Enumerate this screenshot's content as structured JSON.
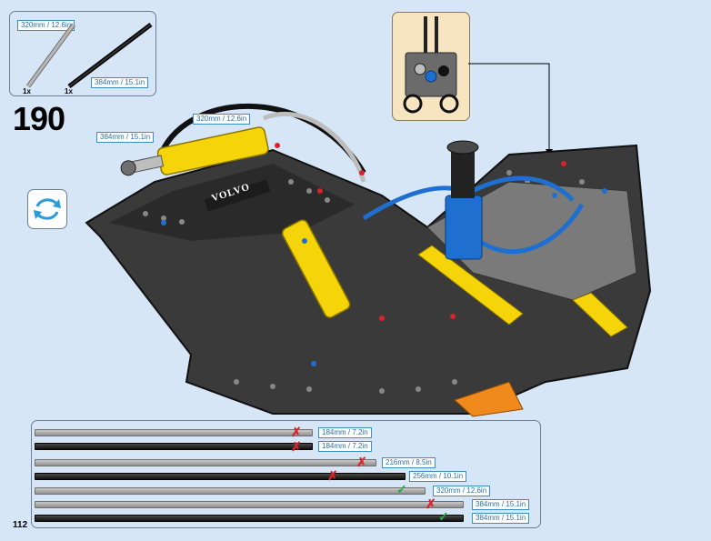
{
  "page": {
    "number": "112"
  },
  "step": {
    "number": "190"
  },
  "parts_callout": {
    "items": [
      {
        "length_label": "320mm / 12.6in",
        "quantity": "1x",
        "color": "#9a9a9a"
      },
      {
        "length_label": "384mm / 15.1in",
        "quantity": "1x",
        "color": "#1c1c1c"
      }
    ]
  },
  "model": {
    "brand_text": "VOLVO",
    "tube_labels": [
      "320mm / 12.6in",
      "384mm / 15.1in"
    ]
  },
  "ruler": {
    "rows": [
      {
        "label": "184mm / 7.2in",
        "color": "grey",
        "mark": "cross"
      },
      {
        "label": "184mm / 7.2in",
        "color": "black",
        "mark": "cross"
      },
      {
        "label": "216mm / 8.5in",
        "color": "grey",
        "mark": "cross"
      },
      {
        "label": "256mm / 10.1in",
        "color": "black",
        "mark": "cross"
      },
      {
        "label": "320mm / 12.6in",
        "color": "grey",
        "mark": "check"
      },
      {
        "label": "384mm / 15.1in",
        "color": "grey",
        "mark": "cross"
      },
      {
        "label": "384mm / 15.1in",
        "color": "black",
        "mark": "check"
      }
    ]
  },
  "icons": {
    "rotate": "rotate-model-icon",
    "cross": "cross-mark-icon",
    "check": "check-mark-icon"
  },
  "colors": {
    "background": "#d6e6f7",
    "callout": "#f7e4c0",
    "label_border": "#3a8fc2",
    "cylinder_yellow": "#f6d40a",
    "tube_blue": "#1e6fd0"
  }
}
